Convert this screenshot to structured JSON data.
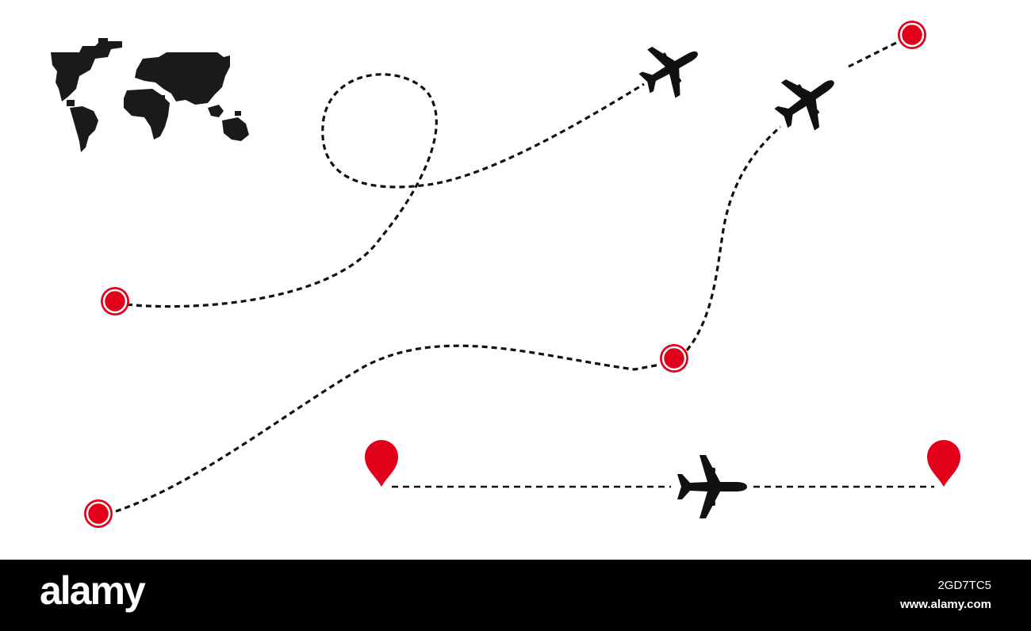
{
  "colors": {
    "background": "#ffffff",
    "ink": "#111111",
    "marker_red": "#e2001a",
    "footer": "#000000"
  },
  "icons": [
    "world-map-icon",
    "airplane-icon",
    "location-dot-icon",
    "map-pin-icon"
  ],
  "footer": {
    "brand": "alamy",
    "image_id": "2GD7TC5",
    "url": "www.alamy.com"
  }
}
